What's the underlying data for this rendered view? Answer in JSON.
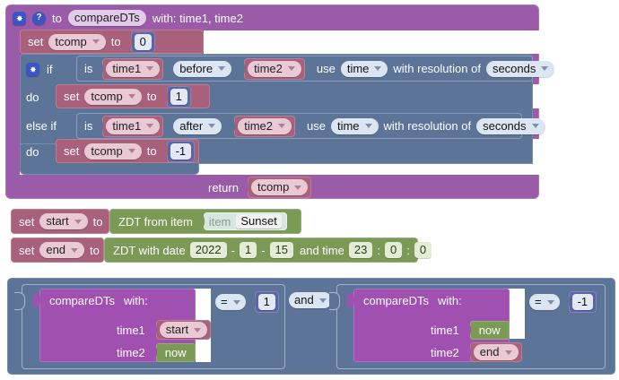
{
  "workspace": {
    "background": "#ffffff"
  },
  "procedure": {
    "gear_icon": "gear-icon",
    "help_icon": "help-icon",
    "to_label": "to",
    "name": "compareDTs",
    "params_label": "with: time1, time2",
    "return_label": "return",
    "return_value": "tcomp",
    "init_set": {
      "set_label": "set",
      "variable": "tcomp",
      "to_label": "to",
      "value": "0"
    },
    "if_block": {
      "gear_icon": "gear-icon",
      "if_label": "if",
      "do_label": "do",
      "elseif_label": "else if",
      "branches": [
        {
          "is_label": "is",
          "left": "time1",
          "operator": "before",
          "right": "time2",
          "use_label": "use",
          "use_value": "time",
          "resolution_label": "with resolution of",
          "resolution_value": "seconds",
          "do_label": "do",
          "do_set_label": "set",
          "do_variable": "tcomp",
          "do_to_label": "to",
          "do_value": "1"
        },
        {
          "is_label": "is",
          "left": "time1",
          "operator": "after",
          "right": "time2",
          "use_label": "use",
          "use_value": "time",
          "resolution_label": "with resolution of",
          "resolution_value": "seconds",
          "do_label": "do",
          "do_set_label": "set",
          "do_variable": "tcomp",
          "do_to_label": "to",
          "do_value": "-1"
        }
      ]
    }
  },
  "assignments": [
    {
      "set_label": "set",
      "variable": "start",
      "to_label": "to",
      "value_block": "ZDT from item",
      "item_label": "item",
      "item_value": "Sunset"
    },
    {
      "set_label": "set",
      "variable": "end",
      "to_label": "to",
      "value_block": "ZDT with date",
      "year": "2022",
      "sep1": "-",
      "month": "1",
      "sep2": "-",
      "day": "15",
      "and_time_label": "and time",
      "hour": "23",
      "colon1": ":",
      "minute": "0",
      "colon2": ":",
      "second": "0"
    }
  ],
  "condition": {
    "join_operator": "and",
    "comparisons": [
      {
        "call_label": "compareDTs",
        "with_label": "with:",
        "arg1_label": "time1",
        "arg1_value": "start",
        "arg2_label": "time2",
        "arg2_value": "now",
        "compare_operator": "=",
        "compare_value": "1"
      },
      {
        "call_label": "compareDTs",
        "with_label": "with:",
        "arg1_label": "time1",
        "arg1_value": "now",
        "arg2_label": "time2",
        "arg2_value": "end",
        "compare_operator": "=",
        "compare_value": "-1"
      }
    ]
  },
  "colors": {
    "procedure": "#9a5ca8",
    "variable_set": "#a9607a",
    "control": "#5b7498",
    "datetime": "#7a9a56",
    "math": "#5b67a5",
    "call": "#a050b0",
    "item": "#d7e6de"
  }
}
